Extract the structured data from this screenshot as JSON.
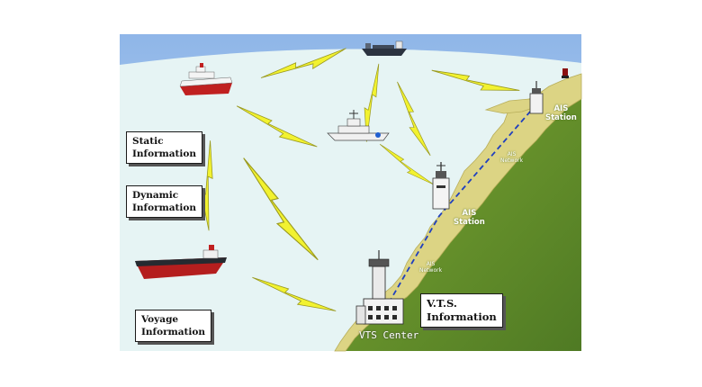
{
  "labels": {
    "static": [
      "Static",
      "Information"
    ],
    "dynamic": [
      "Dynamic",
      "Information"
    ],
    "voyage": [
      "Voyage",
      "Information"
    ],
    "vts": [
      "V.T.S.",
      "Information"
    ],
    "ais_station_top": [
      "AIS",
      "Station"
    ],
    "ais_station_mid": [
      "AIS",
      "Station"
    ],
    "ais_network_top": [
      "AIS",
      "Network"
    ],
    "ais_network_bottom": [
      "AIS",
      "Network"
    ],
    "vts_center": "VTS Center"
  },
  "colors": {
    "sea": "#e6f4f4",
    "sky": "#a7c7ee",
    "land": "#5c8a2a",
    "shore": "#dcd484",
    "lightning": "#f2f230",
    "network_link": "#1f3fbf"
  },
  "icons": [
    "cargo-ship-icon",
    "cruise-ship-icon",
    "patrol-vessel-icon",
    "tanker-ship-icon",
    "buoy-icon",
    "ais-station-tower-icon",
    "vts-center-building-icon",
    "lightning-bolt-icon"
  ]
}
